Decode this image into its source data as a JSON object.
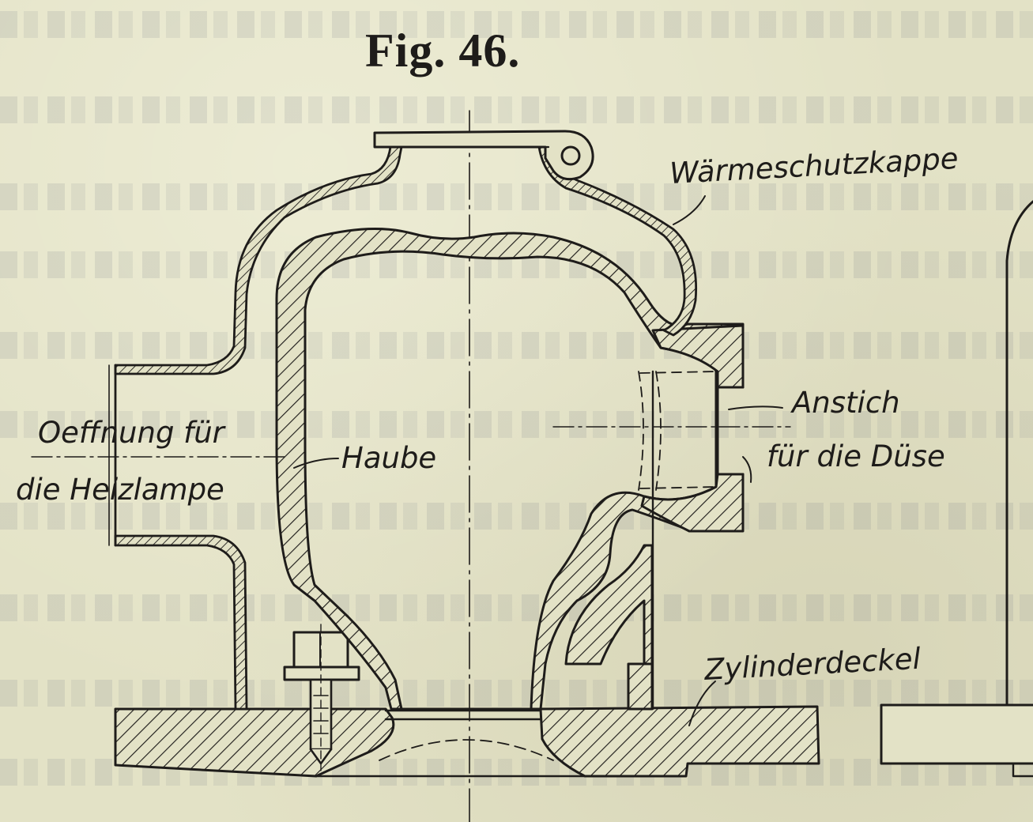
{
  "figure": {
    "title": "Fig. 46.",
    "labels": {
      "waermeschutzkappe": "Wärmeschutzkappe",
      "oeffnung_line1": "Oeffnung für",
      "oeffnung_line2": "die Heizlampe",
      "haube": "Haube",
      "anstich": "Anstich",
      "fuer_die_duese": "für die Düse",
      "zylinderdeckel": "Zylinderdeckel"
    }
  },
  "colors": {
    "paper": "#e3e2c6",
    "ink": "#1e1c1a"
  }
}
